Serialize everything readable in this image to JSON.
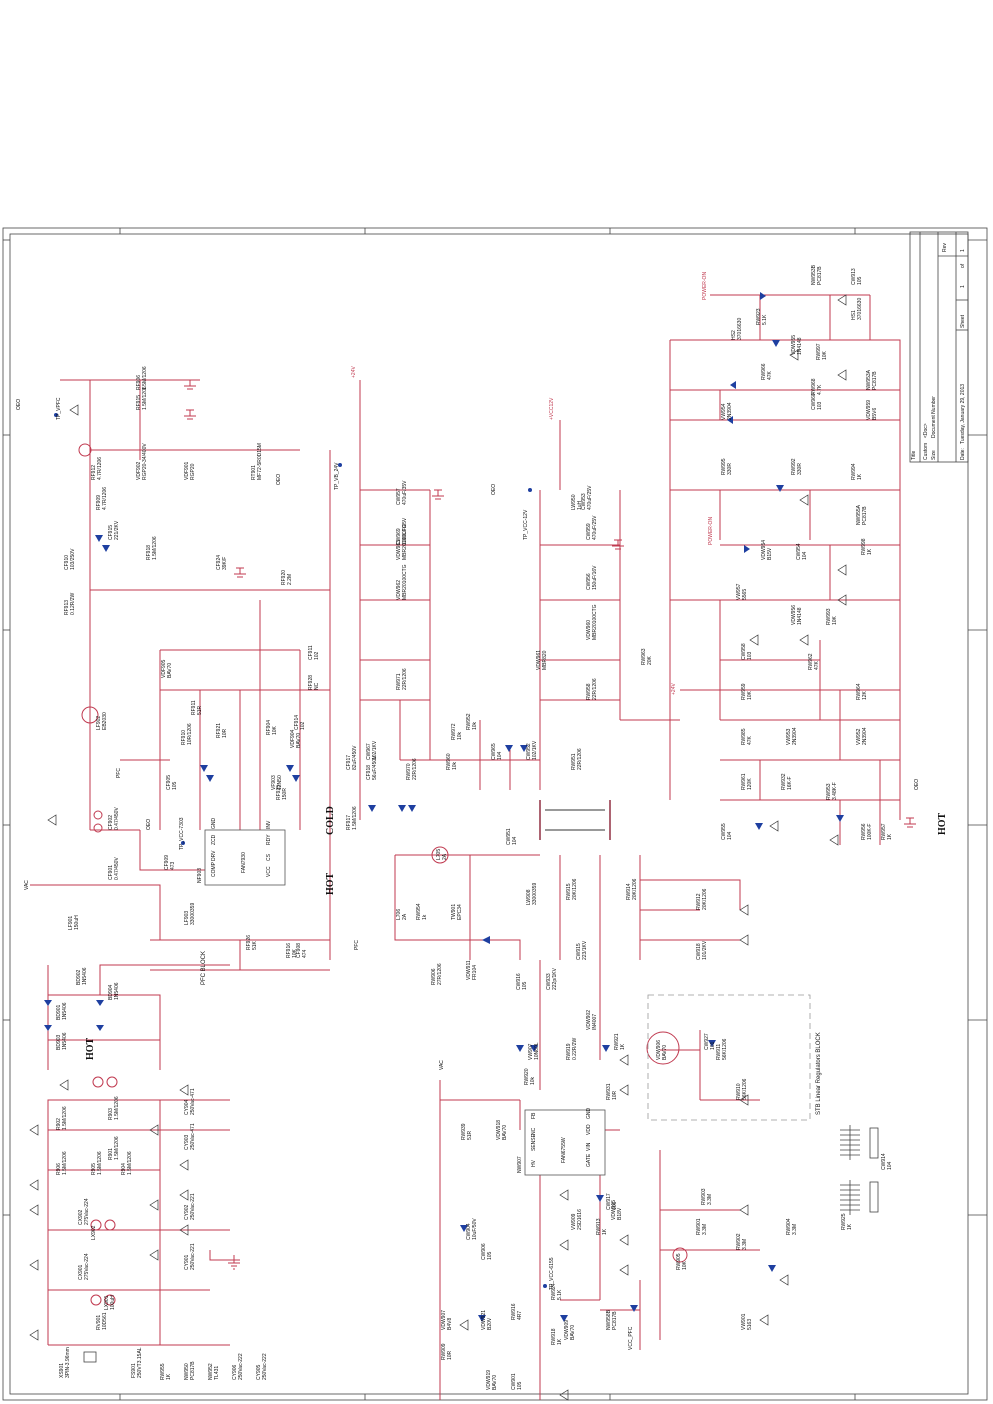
{
  "sheet": {
    "hot_labels": [
      "HOT",
      "HOT",
      "HOT"
    ],
    "cold_label": "COLD",
    "pfc_block": "PFC  BLOCK",
    "stb_block": "STB Linear Regulators BLOCK",
    "title_block": {
      "title": "Title",
      "size_label": "Size",
      "size_value": "Custom",
      "doc_number_label": "Document Number",
      "doc_number_value": "<Doc>",
      "rev_label": "Rev",
      "date_label": "Date:",
      "date_value": "Tuesday, January 29, 2013",
      "sheet_label": "Sheet",
      "sheet_value": "1",
      "of_label": "of",
      "of_value": "1"
    },
    "nets": [
      "VAC",
      "PFC",
      "+24V",
      "+VCC12V",
      "TP_VB_24V",
      "TP_VCC-12V",
      "TP_VPFC",
      "TP_VCC-7303",
      "TP_VCC-6155",
      "POWER-ON",
      "POWER-ON",
      "VCC_PFC",
      "+24V",
      "VAC",
      "PFC",
      "OEO",
      "OEO",
      "OEO",
      "OEO",
      "OEO"
    ],
    "ics": [
      {
        "ref": "NF903",
        "part": "FAN7930",
        "pins": [
          "COMP",
          "VCC",
          "DRV",
          "CS",
          "ZCD",
          "RDY",
          "GND",
          "INV"
        ]
      },
      {
        "ref": "NW907",
        "part": "FAN6755W",
        "pins": [
          "HV",
          "GATE",
          "SENSE",
          "VIN",
          "NC",
          "VDD",
          "FB",
          "GND"
        ]
      }
    ],
    "components": [
      {
        "ref": "XS901",
        "value": "3PIN-3.96mm"
      },
      {
        "ref": "FS901",
        "value": "250VT3.15AL"
      },
      {
        "ref": "RV901",
        "value": "10D561"
      },
      {
        "ref": "LX901",
        "value": "100uH"
      },
      {
        "ref": "CX901",
        "value": "275Vac-224"
      },
      {
        "ref": "CY901",
        "value": "250Vac-221"
      },
      {
        "ref": "CY902",
        "value": "250Vac-221"
      },
      {
        "ref": "CY903",
        "value": "250Vac-471"
      },
      {
        "ref": "CY904",
        "value": "250Vac-471"
      },
      {
        "ref": "LX902",
        "value": ""
      },
      {
        "ref": "CX902",
        "value": "275Vac-224"
      },
      {
        "ref": "R901",
        "value": "1.5M/1206"
      },
      {
        "ref": "R903",
        "value": "1.5M/1206"
      },
      {
        "ref": "R905",
        "value": "1.5M/1206"
      },
      {
        "ref": "R906",
        "value": "1.5M/1206"
      },
      {
        "ref": "R904",
        "value": "1.5M/1206"
      },
      {
        "ref": "R902",
        "value": "1.5M/1206"
      },
      {
        "ref": "BD901",
        "value": "1N5406"
      },
      {
        "ref": "BD902",
        "value": "1N5406"
      },
      {
        "ref": "BD903",
        "value": "1N5406"
      },
      {
        "ref": "BD904",
        "value": "1N5406"
      },
      {
        "ref": "LF901",
        "value": "150uH"
      },
      {
        "ref": "CF901",
        "value": "0.47/450V"
      },
      {
        "ref": "CF902",
        "value": "0.47/450V"
      },
      {
        "ref": "LF902",
        "value": "EB2030"
      },
      {
        "ref": "LF903",
        "value": "33000359"
      },
      {
        "ref": "RF926",
        "value": "51K"
      },
      {
        "ref": "RF916",
        "value": "10K"
      },
      {
        "ref": "CF908",
        "value": "474"
      },
      {
        "ref": "CF909",
        "value": "473"
      },
      {
        "ref": "CF905",
        "value": "105"
      },
      {
        "ref": "RF910",
        "value": "10R/1206"
      },
      {
        "ref": "RF921",
        "value": "10R"
      },
      {
        "ref": "RF911",
        "value": "51R"
      },
      {
        "ref": "VDF905",
        "value": "BAV70"
      },
      {
        "ref": "RF904",
        "value": "10K"
      },
      {
        "ref": "VF903",
        "value": "12N50"
      },
      {
        "ref": "RF925",
        "value": "150R"
      },
      {
        "ref": "VDF904",
        "value": "BAV70"
      },
      {
        "ref": "CF914",
        "value": "102"
      },
      {
        "ref": "RF928",
        "value": "NC"
      },
      {
        "ref": "CF911",
        "value": "102"
      },
      {
        "ref": "RF920",
        "value": "2.2M"
      },
      {
        "ref": "CF924",
        "value": "39K/F"
      },
      {
        "ref": "RF918",
        "value": "1.5M/1206"
      },
      {
        "ref": "RF913",
        "value": "0.12R/2W"
      },
      {
        "ref": "CF910",
        "value": "103/250V"
      },
      {
        "ref": "CF915",
        "value": "221/2KV"
      },
      {
        "ref": "RF909",
        "value": "4.7R/1206"
      },
      {
        "ref": "RF912",
        "value": "4.7R/1206"
      },
      {
        "ref": "VDF902",
        "value": "RGP20-34/400V"
      },
      {
        "ref": "VDF901",
        "value": "RGP20"
      },
      {
        "ref": "RT901",
        "value": "MF72-5R0D15M"
      },
      {
        "ref": "RF906",
        "value": "1.5M/1206"
      },
      {
        "ref": "RF915",
        "value": "1.5M/1206"
      },
      {
        "ref": "RF917",
        "value": "1.5M/1206"
      },
      {
        "ref": "CF917",
        "value": "82uF/450V"
      },
      {
        "ref": "CF918",
        "value": "56uF/450V"
      },
      {
        "ref": "CW967",
        "value": "102/1KV"
      },
      {
        "ref": "RW970",
        "value": "22R/1206"
      },
      {
        "ref": "RW971",
        "value": "22R/1206"
      },
      {
        "ref": "VDW962",
        "value": "MBR20100CTG"
      },
      {
        "ref": "VDW963",
        "value": "MBR20100CTG"
      },
      {
        "ref": "CW969",
        "value": "1000uF/35V"
      },
      {
        "ref": "CW957",
        "value": "470uF/35V"
      },
      {
        "ref": "RW960",
        "value": "10k"
      },
      {
        "ref": "RW972",
        "value": "10k"
      },
      {
        "ref": "RW952",
        "value": "10k"
      },
      {
        "ref": "CW965",
        "value": "104"
      },
      {
        "ref": "CW952",
        "value": "102/1KV"
      },
      {
        "ref": "RW951",
        "value": "22R/1206"
      },
      {
        "ref": "RW958",
        "value": "22R/1206"
      },
      {
        "ref": "VDW961",
        "value": "MBR820"
      },
      {
        "ref": "VDW960",
        "value": "MBR20100CTG"
      },
      {
        "ref": "CW956",
        "value": "150uF/16V"
      },
      {
        "ref": "CW959",
        "value": "470uF/25V"
      },
      {
        "ref": "LW950",
        "value": "1uH"
      },
      {
        "ref": "CW953",
        "value": "470uF/25V"
      },
      {
        "ref": "RW963",
        "value": "20K"
      },
      {
        "ref": "CW951",
        "value": "104"
      },
      {
        "ref": "L705",
        "value": "2A"
      },
      {
        "ref": "L706",
        "value": "2A"
      },
      {
        "ref": "RW954",
        "value": "1k"
      },
      {
        "ref": "TW901",
        "value": "EPC34"
      },
      {
        "ref": "LW908",
        "value": "33000359"
      },
      {
        "ref": "RW915",
        "value": "20K/1206"
      },
      {
        "ref": "RW914",
        "value": "20K/1206"
      },
      {
        "ref": "RW912",
        "value": "20K/1206"
      },
      {
        "ref": "CW918",
        "value": "101/2KV"
      },
      {
        "ref": "RW906",
        "value": "27R/1206"
      },
      {
        "ref": "VDW911",
        "value": "FR104"
      },
      {
        "ref": "CW916",
        "value": "105"
      },
      {
        "ref": "CW915",
        "value": "223/1KV"
      },
      {
        "ref": "CW933",
        "value": "222p/1KV"
      },
      {
        "ref": "VDW902",
        "value": "IN4007"
      },
      {
        "ref": "VW907",
        "value": "10N60L"
      },
      {
        "ref": "RW919",
        "value": "0.22R/2W"
      },
      {
        "ref": "RW920",
        "value": "10k"
      },
      {
        "ref": "RW921",
        "value": "1K"
      },
      {
        "ref": "RW931",
        "value": "10R"
      },
      {
        "ref": "RW939",
        "value": "51R"
      },
      {
        "ref": "VDW918",
        "value": "BAV70"
      },
      {
        "ref": "VDW906",
        "value": "BAV70"
      },
      {
        "ref": "CW927",
        "value": "101"
      },
      {
        "ref": "RW911",
        "value": "56K/1206"
      },
      {
        "ref": "RW910",
        "value": "56K/1206"
      },
      {
        "ref": "VW909",
        "value": "2SD1616"
      },
      {
        "ref": "RW913",
        "value": "1K"
      },
      {
        "ref": "VDW915",
        "value": "B18V"
      },
      {
        "ref": "CW917",
        "value": "105"
      },
      {
        "ref": "CW904",
        "value": "10uF/50V"
      },
      {
        "ref": "CW906",
        "value": "105"
      },
      {
        "ref": "VDW921",
        "value": "B20V"
      },
      {
        "ref": "RW916",
        "value": "4R7"
      },
      {
        "ref": "VDW909",
        "value": "BAV70"
      },
      {
        "ref": "RW924",
        "value": "5.1K"
      },
      {
        "ref": "NW958B",
        "value": "PC817B"
      },
      {
        "ref": "RW918",
        "value": "1K"
      },
      {
        "ref": "VDW907",
        "value": "B4V8"
      },
      {
        "ref": "RW909",
        "value": "10R"
      },
      {
        "ref": "VDW919",
        "value": "BAV70"
      },
      {
        "ref": "CW901",
        "value": "105"
      },
      {
        "ref": "RW905",
        "value": "10K"
      },
      {
        "ref": "RW901",
        "value": "3.3M"
      },
      {
        "ref": "RW903",
        "value": "3.3M"
      },
      {
        "ref": "RW902",
        "value": "3.3M"
      },
      {
        "ref": "RW904",
        "value": "3.3M"
      },
      {
        "ref": "VW901",
        "value": "5163"
      },
      {
        "ref": "RW925",
        "value": "1K"
      },
      {
        "ref": "CW914",
        "value": "104"
      },
      {
        "ref": "RW923",
        "value": "5.1K"
      },
      {
        "ref": "NW953B",
        "value": "PC817B"
      },
      {
        "ref": "CW913",
        "value": "105"
      },
      {
        "ref": "HS1",
        "value": "37016630"
      },
      {
        "ref": "HS2",
        "value": "37016630"
      },
      {
        "ref": "VDW955",
        "value": "1N4148"
      },
      {
        "ref": "RW997",
        "value": "10K"
      },
      {
        "ref": "RW966",
        "value": "47K"
      },
      {
        "ref": "CW960",
        "value": "103"
      },
      {
        "ref": "RW968",
        "value": "4.7K"
      },
      {
        "ref": "NW953A",
        "value": "PC817B"
      },
      {
        "ref": "VW954",
        "value": "2N3904"
      },
      {
        "ref": "VDW959",
        "value": "B5V6"
      },
      {
        "ref": "RW995",
        "value": "330R"
      },
      {
        "ref": "RW992",
        "value": "330R"
      },
      {
        "ref": "RW994",
        "value": "1K"
      },
      {
        "ref": "VDW954",
        "value": "B15V"
      },
      {
        "ref": "CW954",
        "value": "104"
      },
      {
        "ref": "RW998",
        "value": "1K"
      },
      {
        "ref": "NW955A",
        "value": "PC817B"
      },
      {
        "ref": "VW957",
        "value": "5565"
      },
      {
        "ref": "VDW956",
        "value": "1N4148"
      },
      {
        "ref": "RW993",
        "value": "10K"
      },
      {
        "ref": "CW958",
        "value": "103"
      },
      {
        "ref": "RW962",
        "value": "47K"
      },
      {
        "ref": "RW959",
        "value": "10K"
      },
      {
        "ref": "RW985",
        "value": "47K"
      },
      {
        "ref": "VW953",
        "value": "2N3904"
      },
      {
        "ref": "RW964",
        "value": "12K"
      },
      {
        "ref": "VW952",
        "value": "2N3904"
      },
      {
        "ref": "RW961",
        "value": "120K"
      },
      {
        "ref": "RW932",
        "value": "16K-F"
      },
      {
        "ref": "CW955",
        "value": "104"
      },
      {
        "ref": "RW953",
        "value": "3.48K-F"
      },
      {
        "ref": "RW956",
        "value": "100K-F"
      },
      {
        "ref": "RW957",
        "value": "1K"
      },
      {
        "ref": "RW955",
        "value": "1K"
      },
      {
        "ref": "NW950",
        "value": "PC817B"
      },
      {
        "ref": "NW952",
        "value": "TL431"
      },
      {
        "ref": "CY906",
        "value": "250Vac-222"
      },
      {
        "ref": "CY905",
        "value": "250Vac-222"
      }
    ]
  }
}
